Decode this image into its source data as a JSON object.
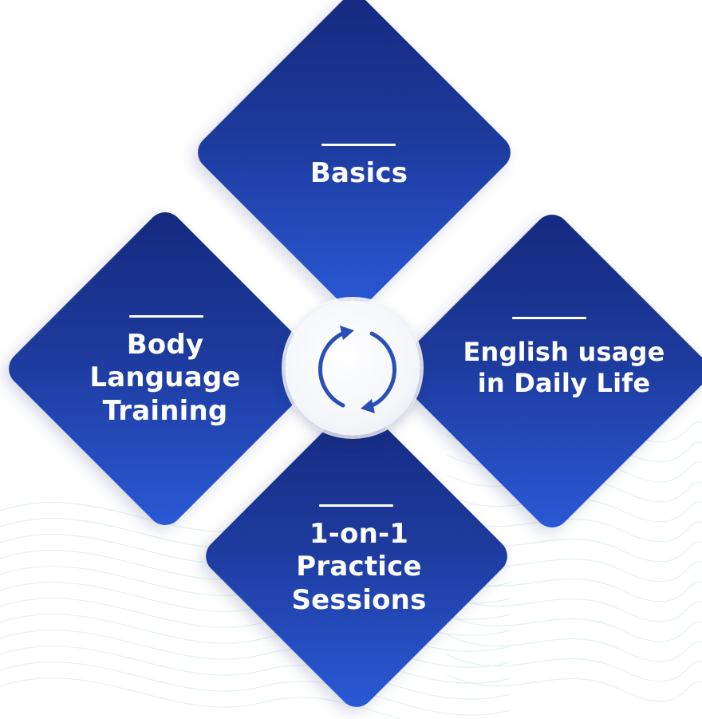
{
  "steps": {
    "top": {
      "label": "Basics"
    },
    "left": {
      "label_lines": [
        "Body",
        "Language",
        "Training"
      ]
    },
    "right": {
      "label_lines": [
        "English usage",
        "in Daily Life"
      ]
    },
    "bottom": {
      "label_lines": [
        "1-on-1",
        "Practice",
        "Sessions"
      ]
    }
  },
  "center": {
    "icon": "cycle-arrows-icon"
  },
  "colors": {
    "diamond_dark": "#14297e",
    "diamond_light": "#2a5ad8",
    "icon_stroke": "#2a4eb8",
    "text": "#ffffff",
    "wave_lines": "#e3f2ec"
  }
}
